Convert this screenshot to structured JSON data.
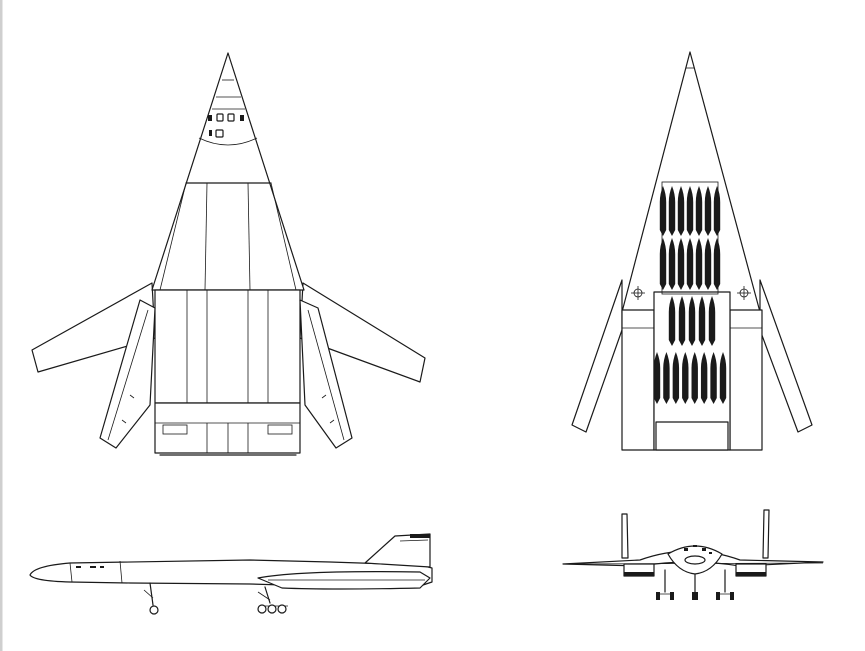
{
  "drawing": {
    "views": [
      "top-view",
      "bottom-view",
      "side-view",
      "front-view"
    ],
    "colors": {
      "line": "#1a1a1a",
      "background": "#ffffff"
    },
    "bomb_bay": {
      "groups": [
        {
          "name": "forward",
          "count": 7
        },
        {
          "name": "middle",
          "count": 7
        },
        {
          "name": "inner",
          "count": 5
        },
        {
          "name": "aft",
          "count": 8
        }
      ]
    }
  }
}
